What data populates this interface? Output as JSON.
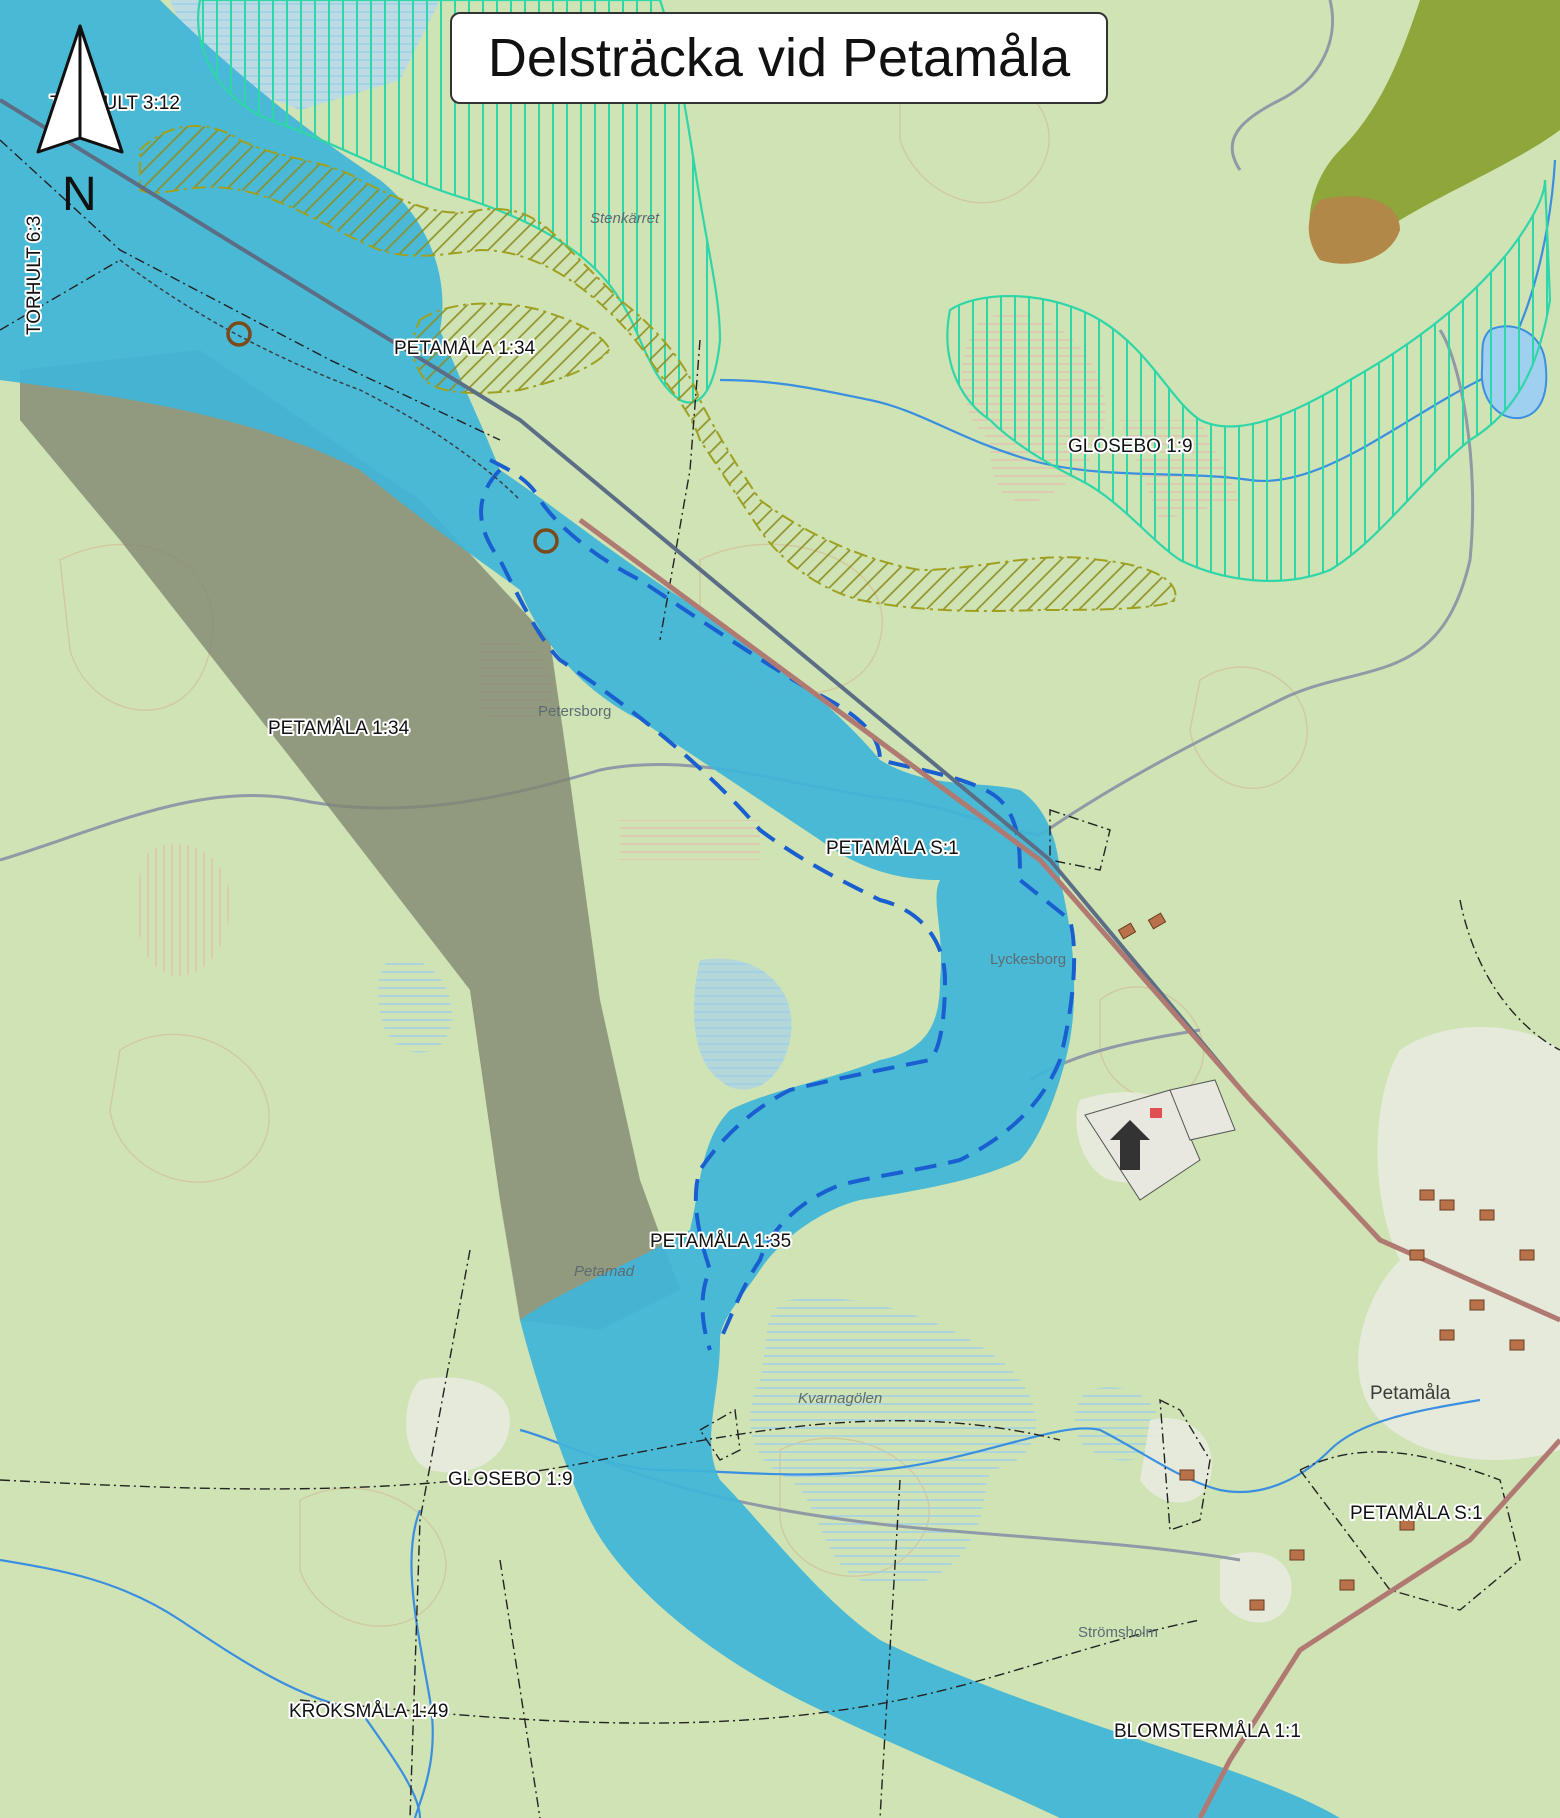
{
  "title": "Delsträcka vid Petamåla",
  "north_arrow": {
    "letter": "N",
    "icon": "north-arrow-icon"
  },
  "property_labels": [
    "TORHULT 3:12",
    "TORHULT 6:3",
    "PETAMÅLA 1:34",
    "PETAMÅLA 1:34",
    "GLOSEBO 1:9",
    "PETAMÅLA S:1",
    "PETAMÅLA 1:35",
    "GLOSEBO 1:9",
    "PETAMÅLA S:1",
    "KROKSMÅLA 1:49",
    "BLOMSTERMÅLA 1:1"
  ],
  "place_names": [
    "Stenkärret",
    "Petersborg",
    "Lyckesborg",
    "Petamad",
    "Kvarnagölen",
    "Petamåla",
    "Strömsholm"
  ],
  "colors": {
    "terrain": "#cfe3b4",
    "corridor": "#3fb5d8",
    "alternative_corridor": "#7f8570",
    "dashed_boundary": "#1a5fd0",
    "wetland_hatch": "#2fd6a8",
    "olive_hatch": "#9a9a2a",
    "water": "#4ba3e0",
    "road": "#b07a72",
    "building": "#b9714a"
  }
}
